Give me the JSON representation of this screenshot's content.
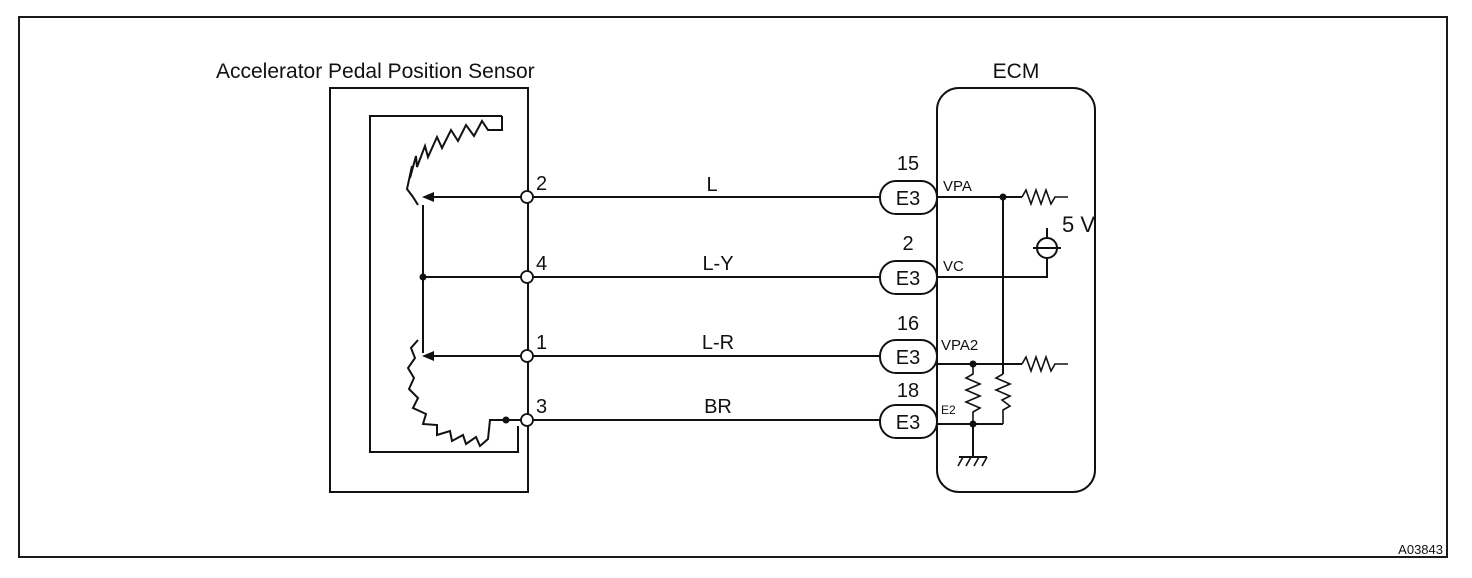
{
  "diagram_id": "A03843",
  "sensor": {
    "title": "Accelerator Pedal Position Sensor",
    "pins": [
      "2",
      "4",
      "1",
      "3"
    ]
  },
  "ecm": {
    "title": "ECM",
    "supply": "5 V",
    "connector": "E3",
    "terminals": [
      {
        "pin": "15",
        "name": "VPA"
      },
      {
        "pin": "2",
        "name": "VC"
      },
      {
        "pin": "16",
        "name": "VPA2"
      },
      {
        "pin": "18",
        "name": "E2"
      }
    ]
  },
  "wires": [
    "L",
    "L-Y",
    "L-R",
    "BR"
  ]
}
